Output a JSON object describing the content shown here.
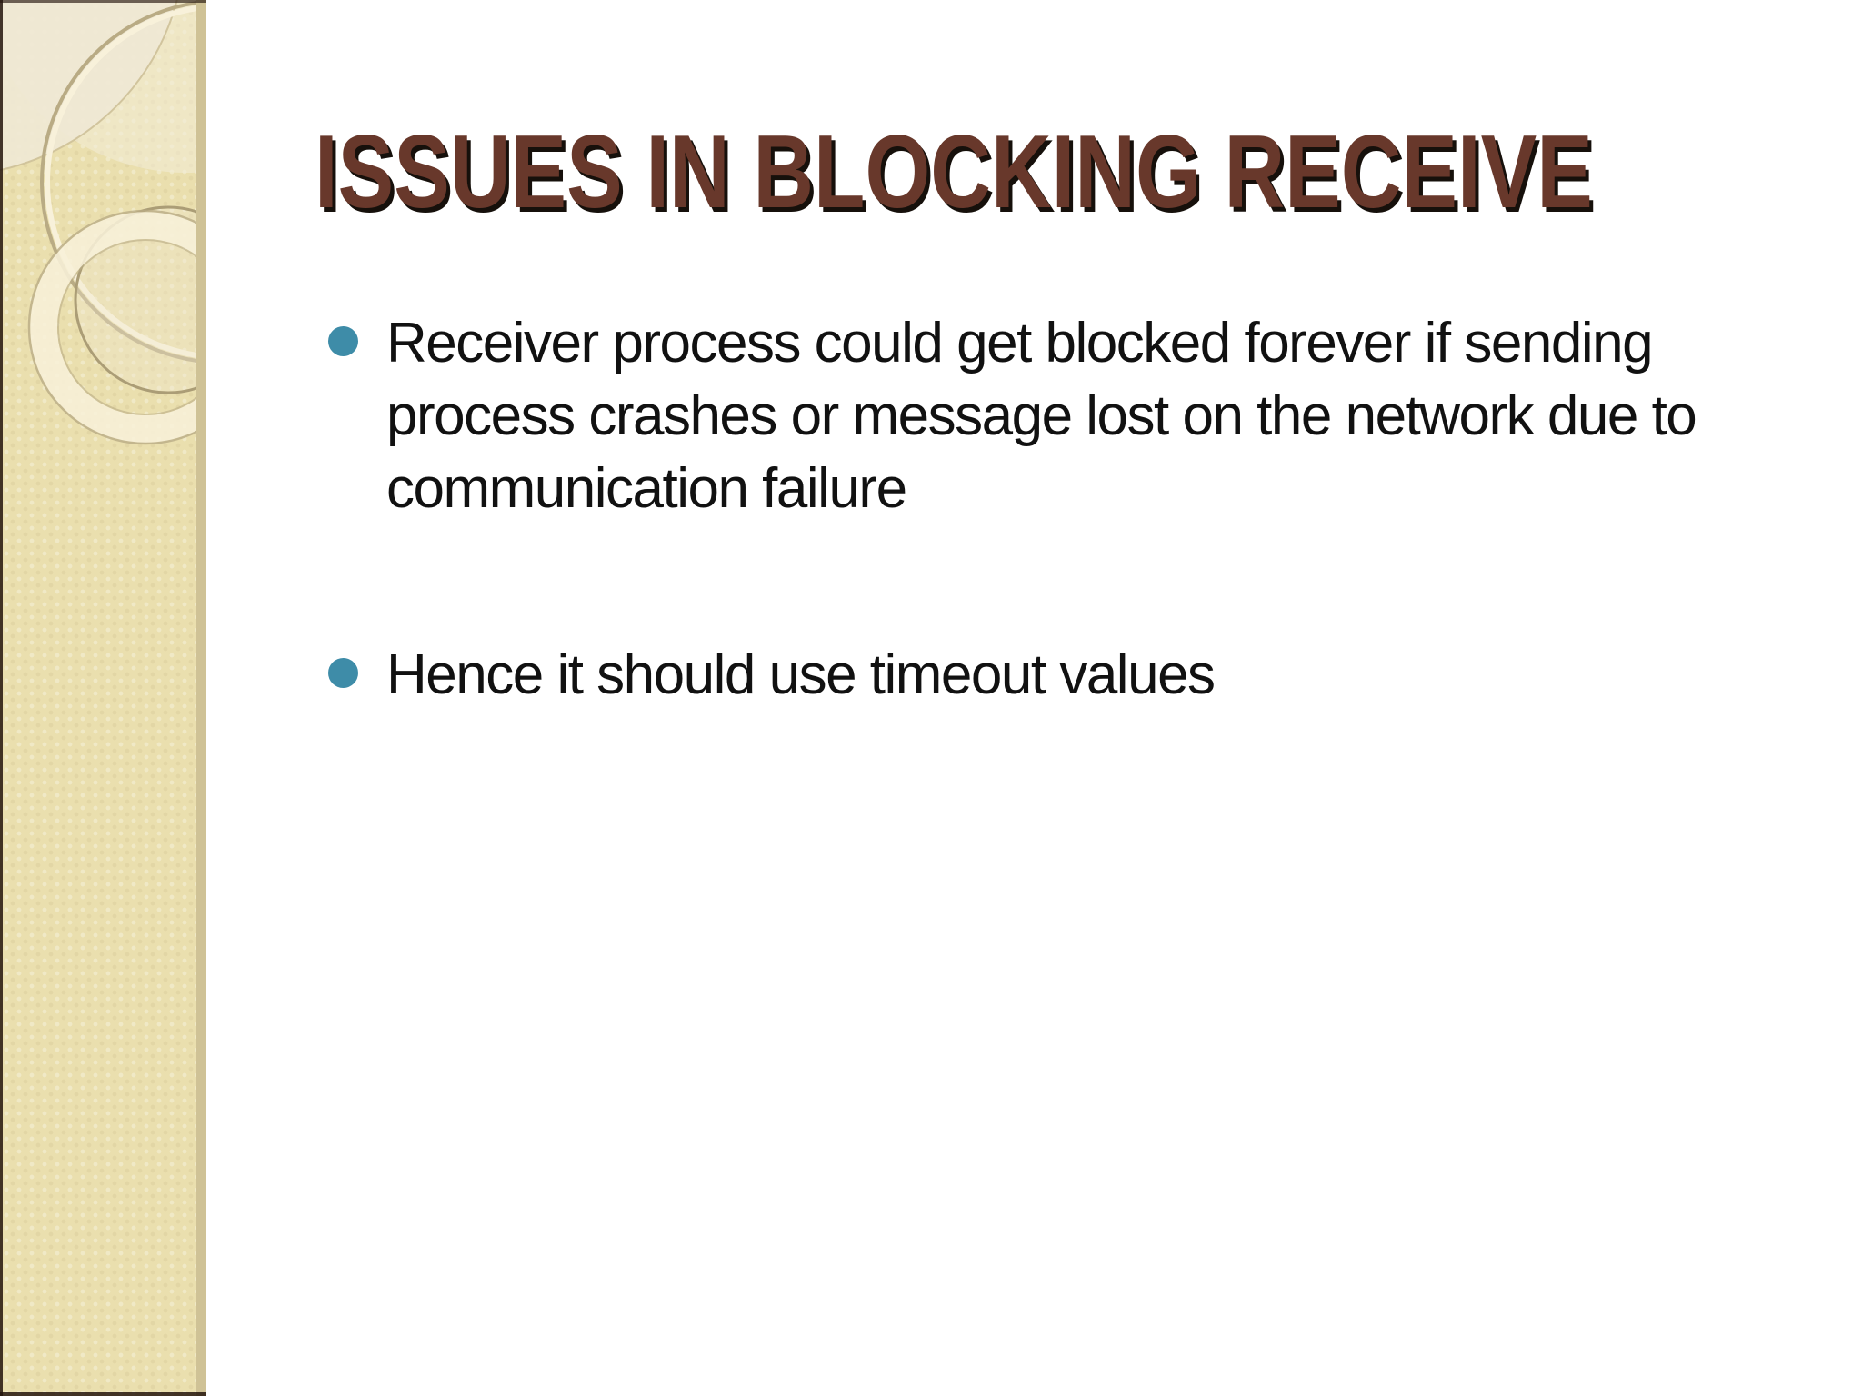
{
  "slide": {
    "title": "ISSUES IN BLOCKING RECEIVE",
    "bullets": [
      {
        "lines": [
          "Receiver process could get blocked forever if sending",
          "process crashes or message lost on the network due to",
          "communication failure"
        ]
      },
      {
        "lines": [
          "Hence it should use timeout values"
        ]
      }
    ],
    "colors": {
      "title": "#68382b",
      "title_shadow": "#16100b",
      "bullet_dot": "#3e8ca8",
      "body_text": "#111111",
      "sidebar_base": "#eadfae",
      "sidebar_edge": "#cfc296",
      "sidebar_ring_tan": "#b9ab84",
      "sidebar_ring_cream": "#f8f1da",
      "sidebar_light_circle": "#f0e9d5"
    }
  }
}
